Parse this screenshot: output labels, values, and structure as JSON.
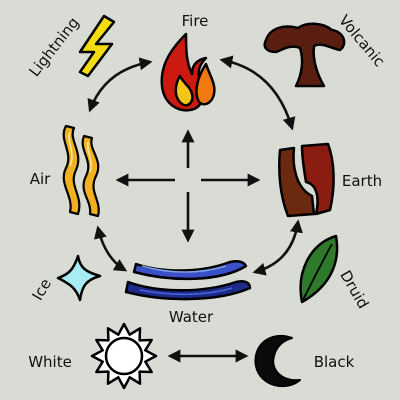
{
  "labels": {
    "fire": "Fire",
    "earth": "Earth",
    "water": "Water",
    "air": "Air",
    "lightning": "Lightning",
    "volcanic": "Volcanic",
    "ice": "Ice",
    "druid": "Druid",
    "white": "White",
    "black": "Black"
  },
  "colors": {
    "background": "#d8dcd4",
    "fire_red": "#cc1a10",
    "fire_orange": "#f07a10",
    "fire_yellow": "#f5c518",
    "earth_brown": "#6b2a10",
    "earth_red": "#8a1c12",
    "water_blue": "#3a4fc8",
    "water_light": "#7ea0e8",
    "water_dark": "#1c2a8a",
    "air_gold": "#f0b020",
    "air_cream": "#f6e6a0",
    "lightning_yellow": "#f5dc10",
    "volcanic_brown": "#5a1e10",
    "ice_cyan": "#a8ecf4",
    "druid_green": "#2f7a2a",
    "white_sun": "#ffffff",
    "black_moon": "#0a0a0a",
    "outline": "#000000"
  },
  "icons": [
    "fire-icon",
    "earth-icon",
    "water-icon",
    "air-icon",
    "lightning-icon",
    "volcanic-icon",
    "ice-icon",
    "druid-leaf-icon",
    "sun-icon",
    "crescent-moon-icon"
  ]
}
